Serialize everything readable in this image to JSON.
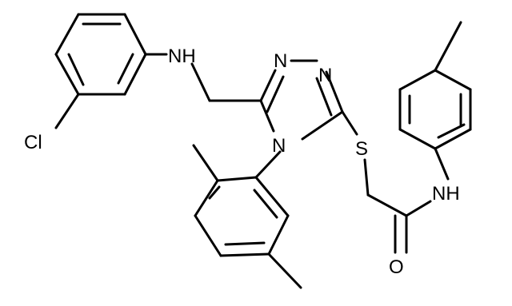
{
  "molecule": {
    "atoms": {
      "nh_amine": "NH",
      "cl": "Cl",
      "n_triazole_1": "N",
      "n_triazole_2": "N",
      "n_triazole_4": "N",
      "s_thioether": "S",
      "nh_amide": "NH",
      "o_carbonyl": "O"
    }
  },
  "colors": {
    "bond": "#000000",
    "text": "#000000",
    "background": "#ffffff"
  }
}
